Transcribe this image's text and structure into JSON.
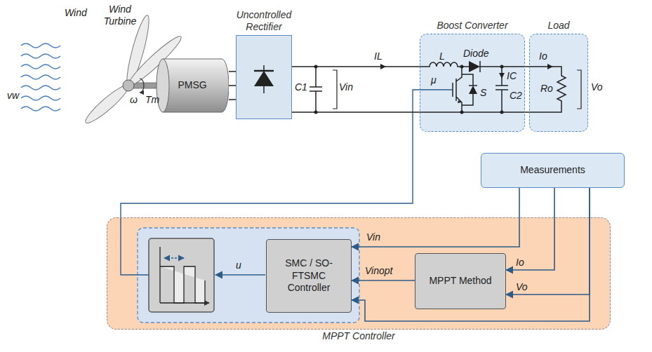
{
  "diagram": {
    "nodes": [
      {
        "text": [
          "PMSG"
        ]
      },
      {
        "text": [
          "Uncontrolled Rectifier"
        ]
      },
      {
        "text": [
          "Boost Converter"
        ]
      },
      {
        "text": [
          "Load"
        ]
      },
      {
        "text": [
          "Measurements"
        ]
      },
      {
        "text": [
          "MPPT Controller"
        ]
      },
      {
        "text": [
          "SMC / SO-FTSMC Controller"
        ],
        "in": 5
      },
      {
        "text": [
          "MPPT Method"
        ],
        "in": 5
      }
    ],
    "edges": [
      {
        "from": 0,
        "to": 1,
        "arrow": "none"
      },
      {
        "from": 1,
        "to": 2,
        "arrow": "none"
      },
      {
        "from": 2,
        "to": 3,
        "arrow": "none"
      },
      {
        "from": 4,
        "to": 6,
        "label": "Vin",
        "arrow": "to"
      },
      {
        "from": 4,
        "to": 7,
        "label": "Io",
        "arrow": "to"
      },
      {
        "from": 4,
        "to": 7,
        "label": "Vo",
        "arrow": "to"
      },
      {
        "from": 4,
        "to": 6,
        "arrow": "to"
      },
      {
        "from": 7,
        "to": 6,
        "label": "Vinopt",
        "arrow": "to"
      }
    ],
    "labels": [
      "Wind",
      "vw",
      "Wind Turbine",
      "ω",
      "Tm",
      "C1",
      "Vin",
      "IL",
      "μ",
      "L",
      "Diode",
      "S",
      "IC",
      "C2",
      "Io",
      "Ro",
      "Vo",
      "u"
    ]
  }
}
